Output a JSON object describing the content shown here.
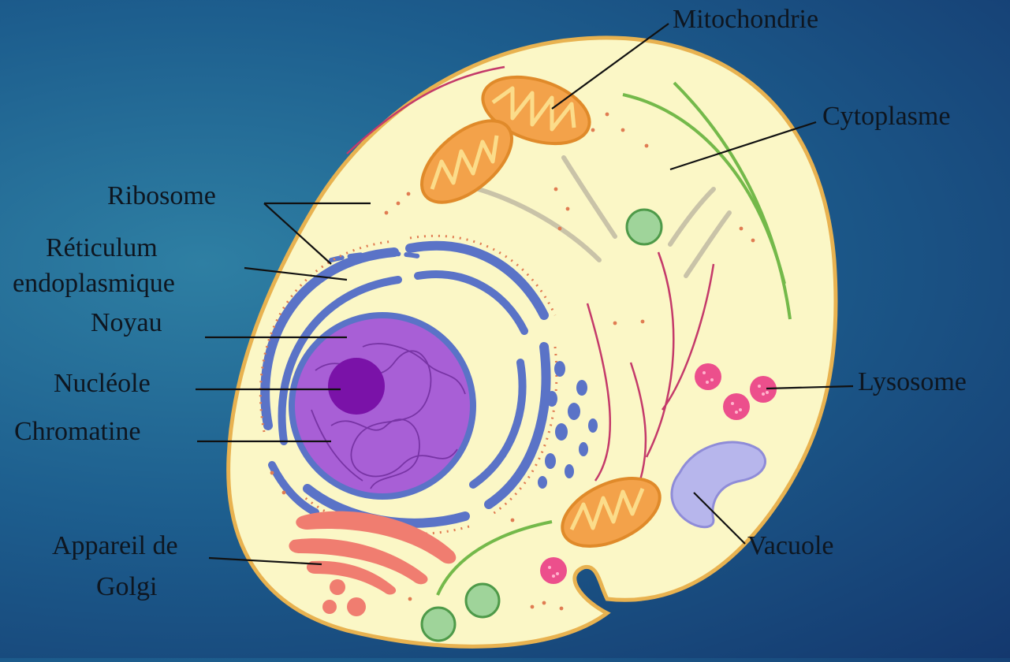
{
  "diagram": {
    "labels": {
      "mitochondrie": "Mitochondrie",
      "cytoplasme": "Cytoplasme",
      "ribosome": "Ribosome",
      "reticulum_line1": "Réticulum",
      "reticulum_line2": "endoplasmique",
      "noyau": "Noyau",
      "nucleole": "Nucléole",
      "chromatine": "Chromatine",
      "lysosome": "Lysosome",
      "appareil_line1": "Appareil de",
      "appareil_line2": "Golgi",
      "vacuole": "Vacuole"
    },
    "colors": {
      "background_light": "#2e7fa3",
      "background_dark": "#14386e",
      "cytoplasm": "#fbf7c6",
      "membrane": "#e8b250",
      "er": "#5a73c7",
      "nucleus": "#a85fd6",
      "nucleolus": "#7a12a8",
      "mitochondria": "#f3a24a",
      "golgi": "#f07d70",
      "lysosome": "#ec4f8c",
      "vacuole": "#b7b6ec",
      "vesicle": "#9fd49a",
      "filament_green": "#74b94a",
      "filament_red": "#c43a6a",
      "filament_gray": "#c9c3a8"
    }
  }
}
